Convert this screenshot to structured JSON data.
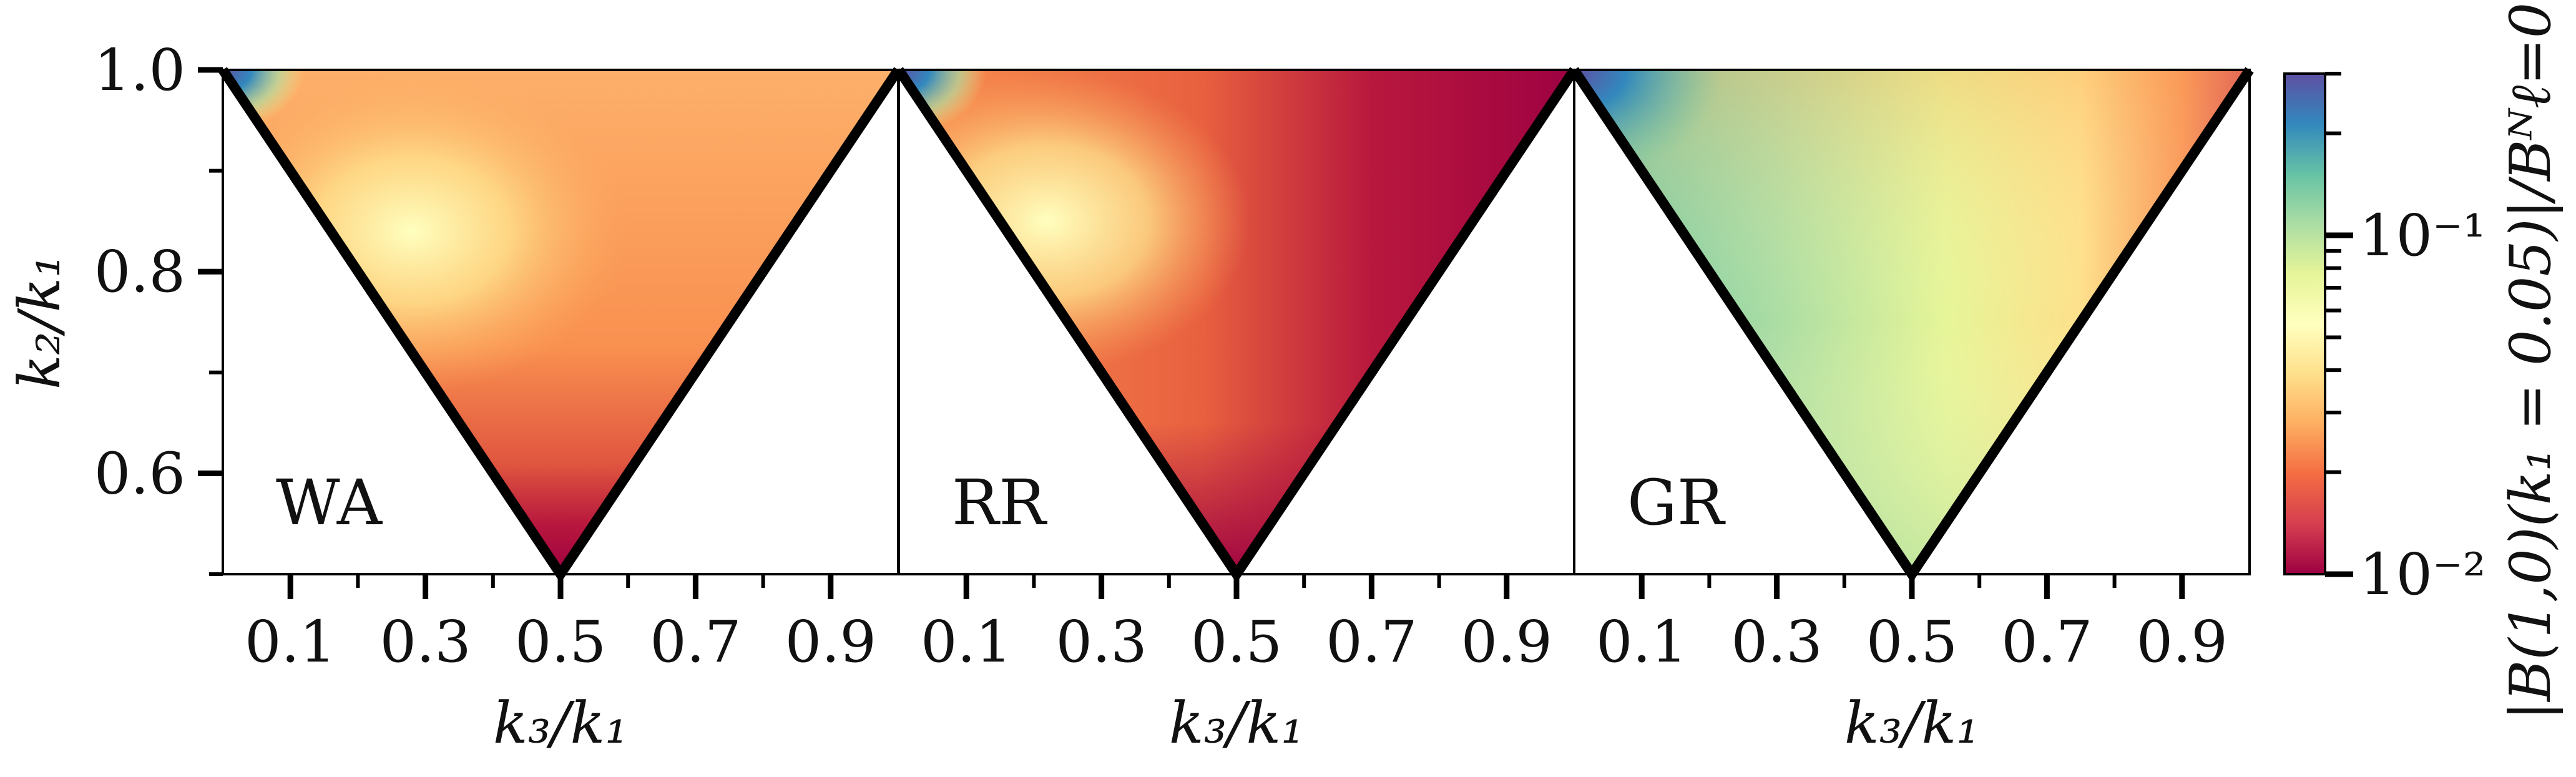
{
  "chart_data": {
    "type": "heatmap",
    "panels": [
      {
        "label": "WA",
        "xlabel": "k₃/k₁",
        "xticks": [
          "0.1",
          "0.3",
          "0.5",
          "0.7",
          "0.9"
        ]
      },
      {
        "label": "RR",
        "xlabel": "k₃/k₁",
        "xticks": [
          "0.1",
          "0.3",
          "0.5",
          "0.7",
          "0.9"
        ]
      },
      {
        "label": "GR",
        "xlabel": "k₃/k₁",
        "xticks": [
          "0.1",
          "0.3",
          "0.5",
          "0.7",
          "0.9"
        ]
      }
    ],
    "ylabel": "k₂/k₁",
    "yticks": [
      "0.6",
      "0.8",
      "1.0"
    ],
    "xlim": [
      0.0,
      1.0
    ],
    "ylim": [
      0.5,
      1.0
    ],
    "colorbar": {
      "label": "|B(1,0)(k₁ = 0.05)|/Bᴺℓ=0",
      "scale": "log",
      "range": [
        0.01,
        0.3
      ],
      "tick_labels": [
        "10⁻¹",
        "10⁻²"
      ],
      "colormap": "Spectral"
    }
  }
}
